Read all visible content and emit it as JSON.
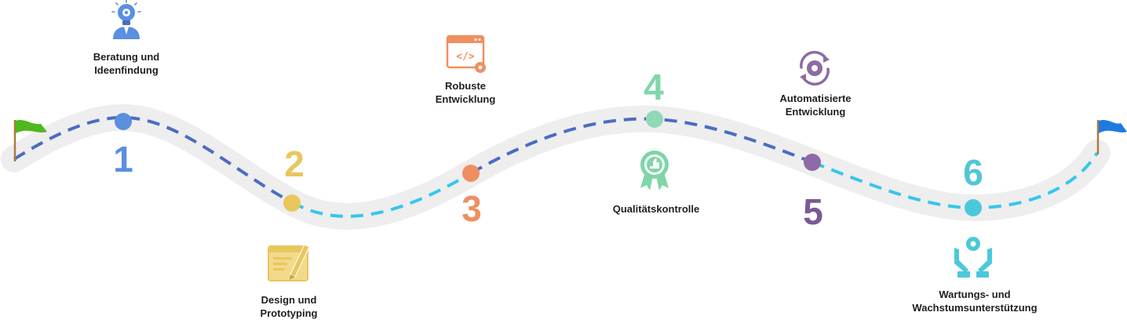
{
  "colors": {
    "road": "#eeeeee",
    "dash_dark": "#4a6cc4",
    "dash_light": "#36c6ee",
    "flag_start": "#4fb81e",
    "flag_end": "#1f7ae0",
    "step1": "#5b8fe0",
    "step2": "#e8c75d",
    "step3": "#ef8f61",
    "step4": "#8fd8b8",
    "step5": "#8e6aa6",
    "step6": "#4cc8dd",
    "step4_number": "#7fd6a6",
    "step5_number": "#7a5a96",
    "step6_number": "#4fc7d6"
  },
  "steps": [
    {
      "number": "1",
      "line1": "Beratung und",
      "line2": "Ideenfindung",
      "icon": "lightbulb-person-icon"
    },
    {
      "number": "2",
      "line1": "Design und",
      "line2": "Prototyping",
      "icon": "design-board-icon"
    },
    {
      "number": "3",
      "line1": "Robuste",
      "line2": "Entwicklung",
      "icon": "code-window-icon"
    },
    {
      "number": "4",
      "line1": "Qualitätskontrolle",
      "line2": "",
      "icon": "quality-badge-icon"
    },
    {
      "number": "5",
      "line1": "Automatisierte",
      "line2": "Entwicklung",
      "icon": "automation-gear-icon"
    },
    {
      "number": "6",
      "line1": "Wartungs- und",
      "line2": "Wachstumsunterstützung",
      "icon": "hands-gear-icon"
    }
  ]
}
